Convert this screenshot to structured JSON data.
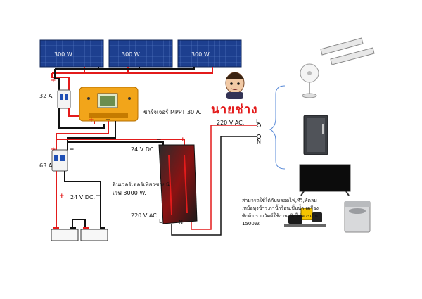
{
  "panels": [
    {
      "label": "300 W."
    },
    {
      "label": "300 W."
    },
    {
      "label": "300 W."
    }
  ],
  "breaker_top": {
    "label": "32 A."
  },
  "breaker_bottom": {
    "label": "63 A."
  },
  "charger": {
    "label": "ชาร์จเจอร์ MPPT  30 A."
  },
  "inverter": {
    "label_line1": "อินเวอร์เตอร์เพียวซายน์",
    "label_line2": "เวฟ 3000 W.",
    "dc_label": "24 V DC.",
    "ac_label": "220 V AC."
  },
  "battery": {
    "label": "24 V DC."
  },
  "ac_output": {
    "label": "220 V AC.",
    "line": "L",
    "neutral": "N"
  },
  "inverter_terminals": {
    "line": "L",
    "neutral": "N"
  },
  "brand": {
    "text": "นายช่าง"
  },
  "loads_description": "สามารถใช้ได้กับหลอดไฟ,ทีวี,พัดลม ,หม้อหุงข้าว,กาน้ำร้อน,ปั๊มน้ำ,เครื่องซักผ้า รวมวัตต์ใช้งานจริงไม่ควรเกิน 1500W.",
  "colors": {
    "positive_wire": "#e31b1b",
    "negative_wire": "#111111",
    "panel": "#1d3f8f",
    "charger": "#f2a51a",
    "inverter": "#b71c1c"
  }
}
